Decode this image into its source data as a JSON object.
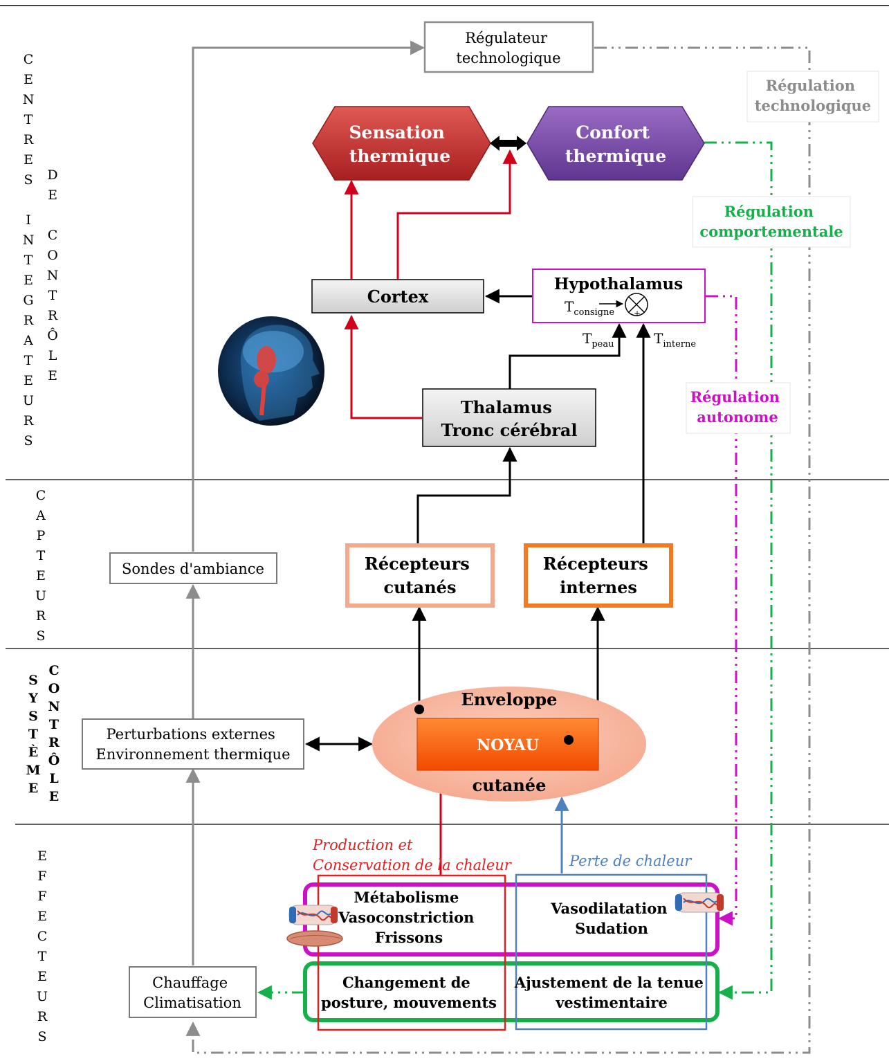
{
  "sections": {
    "centres_integrateurs": "CENTRES\nINTEGRATEURS",
    "de_controle": "DE\nCONTRÔLE",
    "capteurs": "CAPTEURS",
    "systeme": "SYSTÈME",
    "controle": "CONTRÔLE",
    "effecteurs": "EFFECTEURS"
  },
  "nodes": {
    "regulateur_1": "Régulateur",
    "regulateur_2": "technologique",
    "sensation_1": "Sensation",
    "sensation_2": "thermique",
    "confort_1": "Confort",
    "confort_2": "thermique",
    "cortex": "Cortex",
    "hypothalamus": "Hypothalamus",
    "t_consigne": "T",
    "t_consigne_sub": "consigne",
    "t_peau": "T",
    "t_peau_sub": "peau",
    "t_interne": "T",
    "t_interne_sub": "interne",
    "thalamus_1": "Thalamus",
    "thalamus_2": "Tronc cérébral",
    "sondes": "Sondes d'ambiance",
    "recepteurs_cutanes_1": "Récepteurs",
    "recepteurs_cutanes_2": "cutanés",
    "recepteurs_internes_1": "Récepteurs",
    "recepteurs_internes_2": "internes",
    "perturbations_1": "Perturbations externes",
    "perturbations_2": "Environnement thermique",
    "enveloppe": "Enveloppe",
    "noyau": "NOYAU",
    "cutanee": "cutanée",
    "production_1": "Production  et",
    "production_2": "Conservation de la chaleur",
    "perte": "Perte de chaleur",
    "metabolisme_1": "Métabolisme",
    "metabolisme_2": "Vasoconstriction",
    "metabolisme_3": "Frissons",
    "vasodilatation_1": "Vasodilatation",
    "vasodilatation_2": "Sudation",
    "changement_1": "Changement de",
    "changement_2": "posture, mouvements",
    "ajustement_1": "Ajustement de la tenue",
    "ajustement_2": "vestimentaire",
    "chauffage_1": "Chauffage",
    "chauffage_2": "Climatisation"
  },
  "regulations": {
    "technologique_1": "Régulation",
    "technologique_2": "technologique",
    "comportementale_1": "Régulation",
    "comportementale_2": "comportementale",
    "autonome_1": "Régulation",
    "autonome_2": "autonome"
  },
  "colors": {
    "red": "#d0021b",
    "grey": "#8c8c8c",
    "green": "#16b04a",
    "magenta": "#cc10c8",
    "blue": "#4f81bd",
    "sensation": "#c0312f",
    "confort": "#7b4ca5",
    "noyau": "#ff5a00",
    "enveloppe": "#f8b9a2",
    "salmon": "#f4a98b",
    "orange": "#f47a20"
  }
}
